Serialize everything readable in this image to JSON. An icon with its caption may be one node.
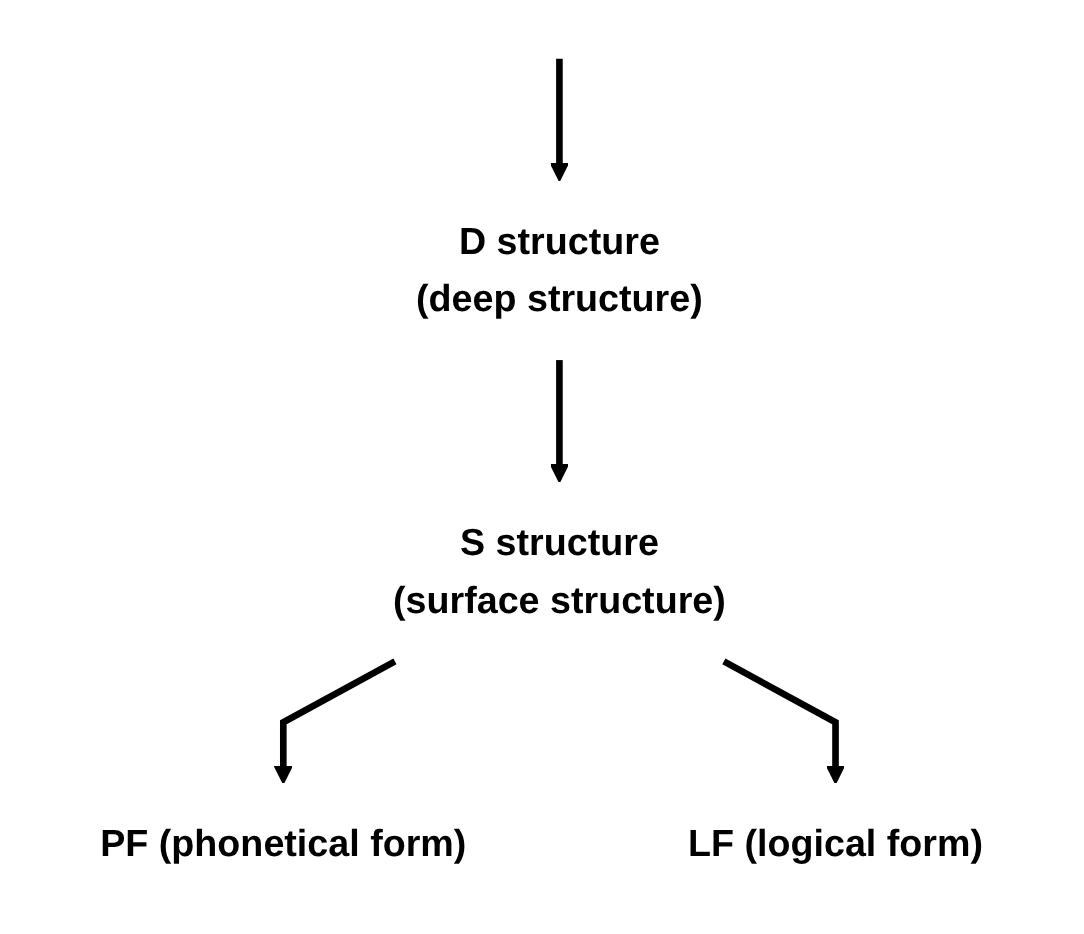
{
  "diagram": {
    "nodes": [
      {
        "text": [
          "D structure",
          "(deep structure)"
        ]
      },
      {
        "text": [
          "S structure",
          "(surface structure)"
        ]
      },
      {
        "text": [
          "PF (phonetical form)"
        ]
      },
      {
        "text": [
          "LF (logical form)"
        ]
      }
    ],
    "edges": [
      {
        "from": null,
        "to": 0,
        "arrow": "to"
      },
      {
        "from": 0,
        "to": 1,
        "arrow": "to"
      },
      {
        "from": 1,
        "to": 2,
        "arrow": "to"
      },
      {
        "from": 1,
        "to": 3,
        "arrow": "to"
      }
    ]
  }
}
